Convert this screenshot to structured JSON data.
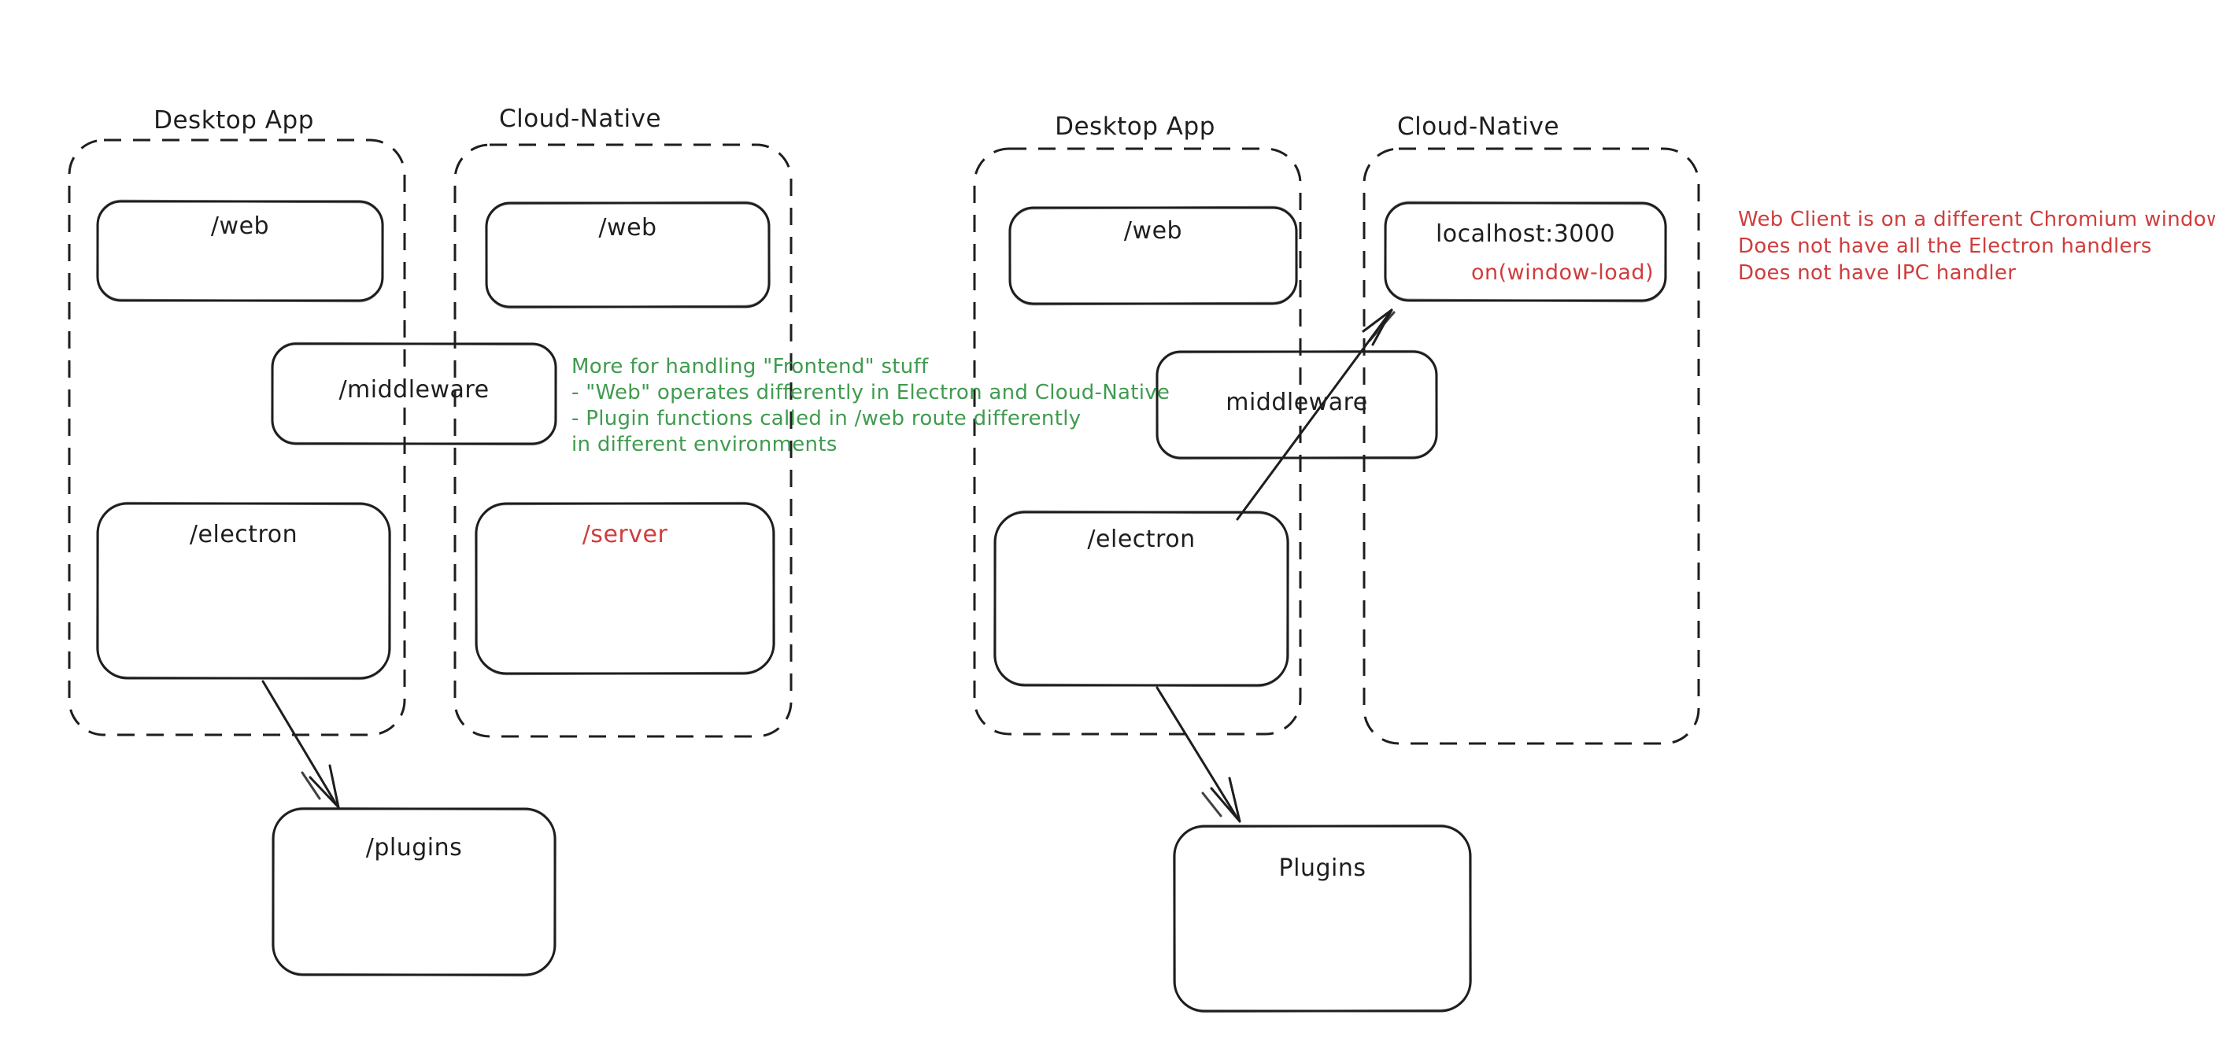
{
  "colors": {
    "ink": "#1e1e1e",
    "red": "#cf3d3d",
    "green": "#3f9b4f",
    "background": "#ffffff"
  },
  "left_diagram": {
    "desktop_title": "Desktop App",
    "cloud_title": "Cloud-Native",
    "desktop_web_label": "/web",
    "cloud_web_label": "/web",
    "middleware_label": "/middleware",
    "electron_label": "/electron",
    "server_label": "/server",
    "plugins_label": "/plugins",
    "note_green": {
      "lines": [
        "More for handling \"Frontend\" stuff",
        "- \"Web\" operates differently in Electron and Cloud-Native",
        "- Plugin functions called in /web route differently",
        "in different environments"
      ]
    }
  },
  "right_diagram": {
    "desktop_title": "Desktop App",
    "cloud_title": "Cloud-Native",
    "desktop_web_label": "/web",
    "localhost_label": "localhost:3000",
    "window_load_label": "on(window-load)",
    "middleware_label": "middleware",
    "electron_label": "/electron",
    "plugins_label": "Plugins",
    "note_red": {
      "lines": [
        "Web Client is on a different Chromium window",
        "Does not have all the Electron handlers",
        "Does not have IPC handler"
      ]
    }
  }
}
